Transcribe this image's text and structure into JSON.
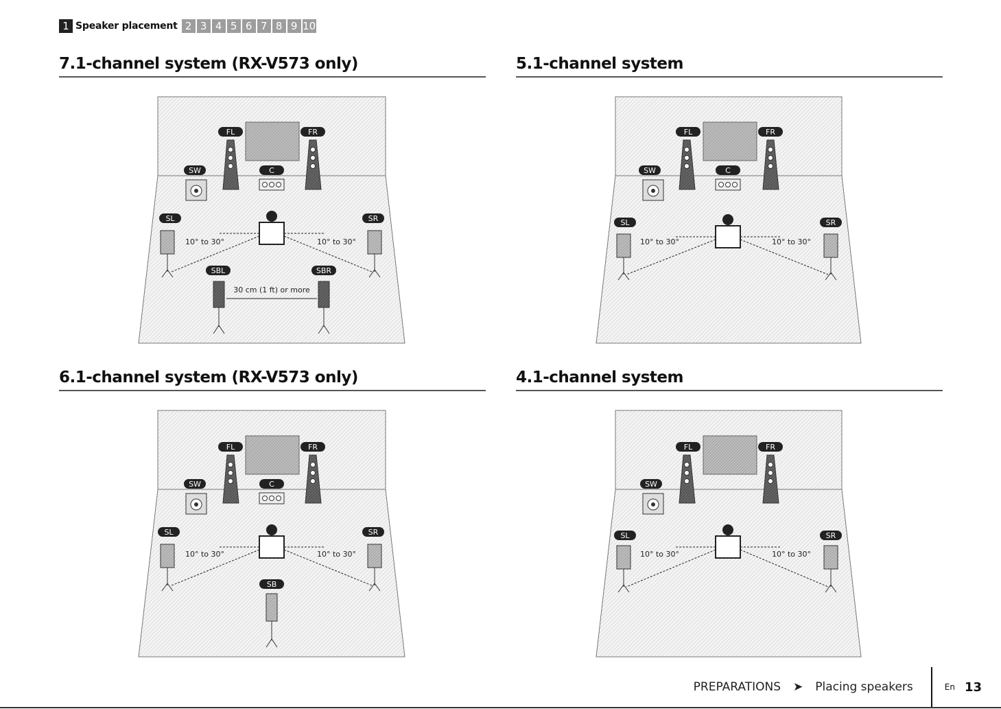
{
  "nav": {
    "active_num": "1",
    "active_label": "Speaker placement",
    "steps": [
      "2",
      "3",
      "4",
      "5",
      "6",
      "7",
      "8",
      "9",
      "10"
    ]
  },
  "sections": [
    {
      "title": "7.1-channel system (RX-V573 only)",
      "labels": {
        "FL": "FL",
        "FR": "FR",
        "SW": "SW",
        "C": "C",
        "SL": "SL",
        "SR": "SR",
        "SBL": "SBL",
        "SBR": "SBR"
      },
      "angle_left": "10° to 30°",
      "angle_right": "10° to 30°",
      "distance": "30 cm (1 ft) or more"
    },
    {
      "title": "5.1-channel system",
      "labels": {
        "FL": "FL",
        "FR": "FR",
        "SW": "SW",
        "C": "C",
        "SL": "SL",
        "SR": "SR"
      },
      "angle_left": "10° to 30°",
      "angle_right": "10° to 30°"
    },
    {
      "title": "6.1-channel system (RX-V573 only)",
      "labels": {
        "FL": "FL",
        "FR": "FR",
        "SW": "SW",
        "C": "C",
        "SL": "SL",
        "SR": "SR",
        "SB": "SB"
      },
      "angle_left": "10° to 30°",
      "angle_right": "10° to 30°"
    },
    {
      "title": "4.1-channel system",
      "labels": {
        "FL": "FL",
        "FR": "FR",
        "SW": "SW",
        "SL": "SL",
        "SR": "SR"
      },
      "angle_left": "10° to 30°",
      "angle_right": "10° to 30°"
    }
  ],
  "footer": {
    "section": "PREPARATIONS",
    "arrow": "➤",
    "page_title": "Placing speakers",
    "lang": "En",
    "page_number": "13"
  }
}
